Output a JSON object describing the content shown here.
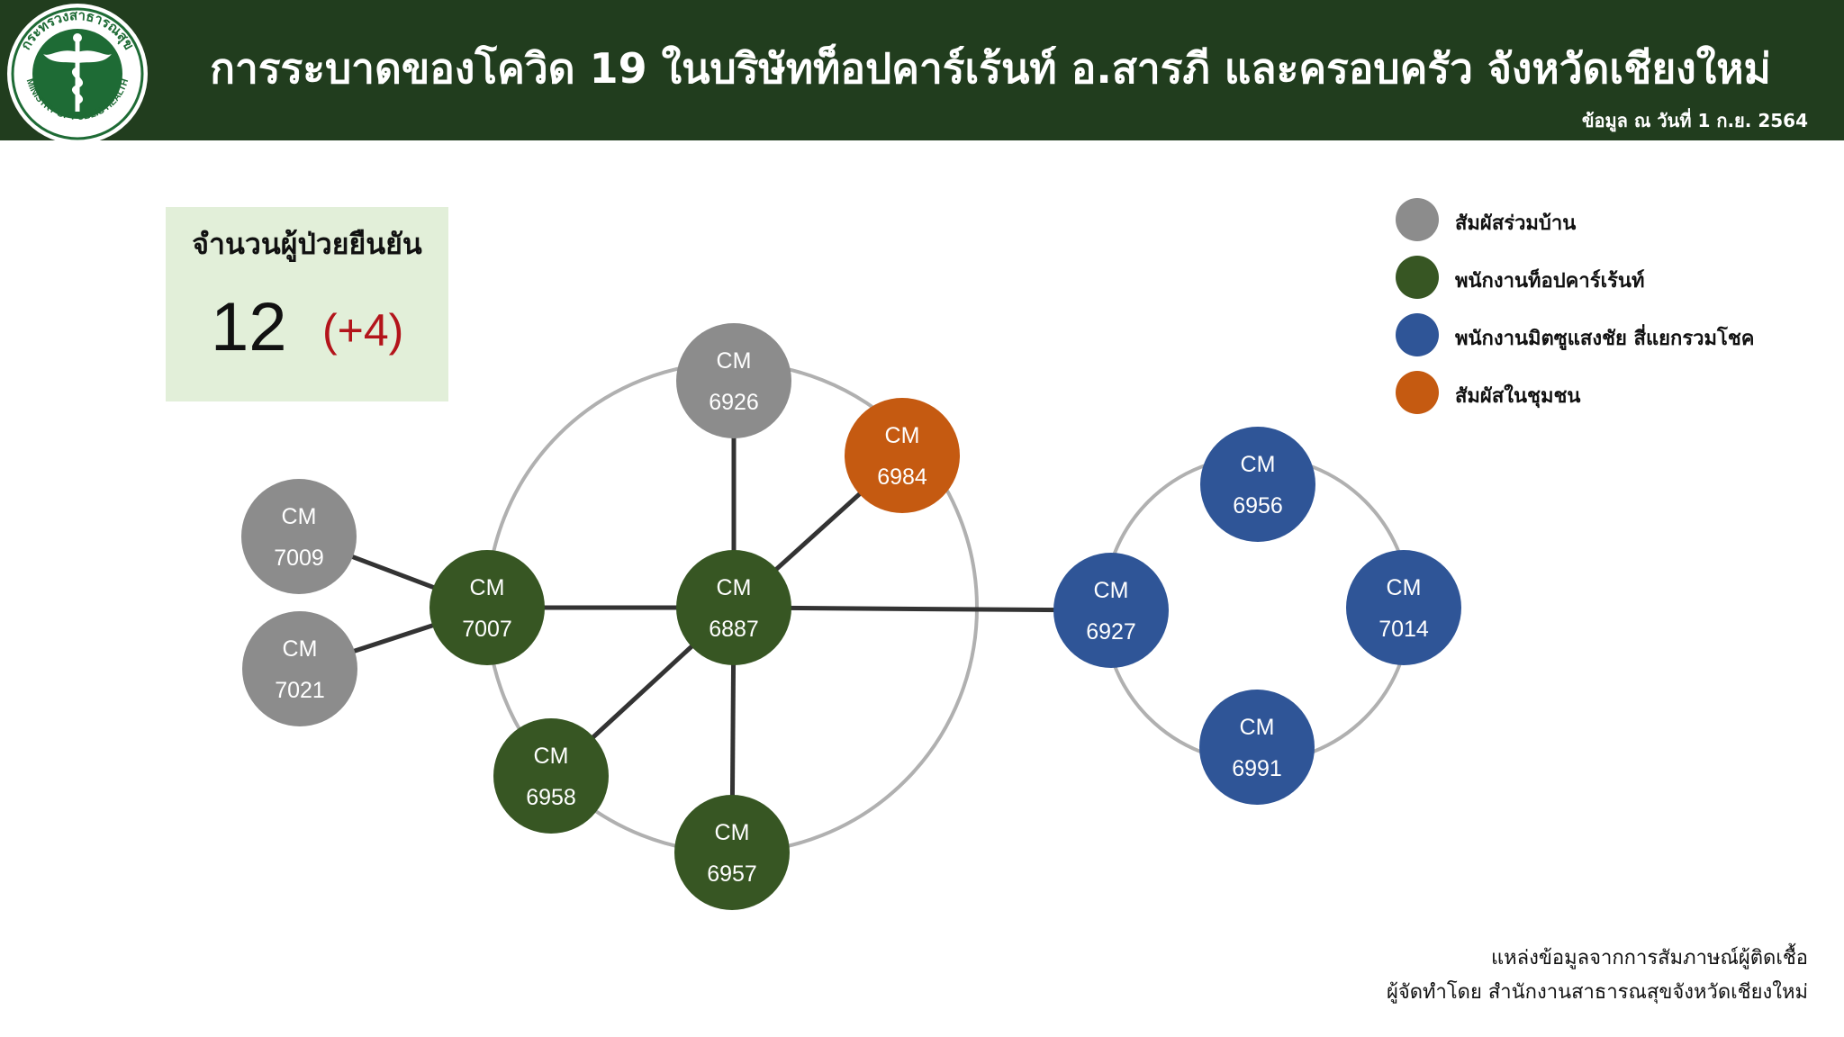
{
  "header": {
    "title": "การระบาดของโควิด 19 ในบริษัทท็อปคาร์เร้นท์ อ.สารภี และครอบครัว จังหวัดเชียงใหม่",
    "date": "ข้อมูล ณ วันที่ 1 ก.ย. 2564",
    "logo_icon": "ministry-of-public-health-seal-icon",
    "logo_text": "MINISTRY OF PUBLIC HEALTH",
    "logo_thai": "กระทรวงสาธารณสุข"
  },
  "summary": {
    "label": "จำนวนผู้ป่วยยืนยัน",
    "count": "12",
    "delta": "(+4)"
  },
  "legend": [
    {
      "id": "household",
      "label": "สัมผัสร่วมบ้าน",
      "color": "#8c8c8c"
    },
    {
      "id": "topcar",
      "label": "พนักงานท็อปคาร์เร้นท์",
      "color": "#375623"
    },
    {
      "id": "mitsu",
      "label": "พนักงานมิตซูแสงชัย สี่แยกรวมโชค",
      "color": "#2f5597"
    },
    {
      "id": "community",
      "label": "สัมผัสในชุมชน",
      "color": "#c55a11"
    }
  ],
  "nodes": [
    {
      "id": "6926",
      "line1": "CM",
      "line2": "6926",
      "group": "household"
    },
    {
      "id": "6984",
      "line1": "CM",
      "line2": "6984",
      "group": "community"
    },
    {
      "id": "7009",
      "line1": "CM",
      "line2": "7009",
      "group": "household"
    },
    {
      "id": "7021",
      "line1": "CM",
      "line2": "7021",
      "group": "household"
    },
    {
      "id": "7007",
      "line1": "CM",
      "line2": "7007",
      "group": "topcar"
    },
    {
      "id": "6887",
      "line1": "CM",
      "line2": "6887",
      "group": "topcar"
    },
    {
      "id": "6958",
      "line1": "CM",
      "line2": "6958",
      "group": "topcar"
    },
    {
      "id": "6957",
      "line1": "CM",
      "line2": "6957",
      "group": "topcar"
    },
    {
      "id": "6927",
      "line1": "CM",
      "line2": "6927",
      "group": "mitsu"
    },
    {
      "id": "6956",
      "line1": "CM",
      "line2": "6956",
      "group": "mitsu"
    },
    {
      "id": "7014",
      "line1": "CM",
      "line2": "7014",
      "group": "mitsu"
    },
    {
      "id": "6991",
      "line1": "CM",
      "line2": "6991",
      "group": "mitsu"
    }
  ],
  "edges": [
    {
      "from": "6887",
      "to": "6926"
    },
    {
      "from": "6887",
      "to": "6984"
    },
    {
      "from": "6887",
      "to": "7007"
    },
    {
      "from": "6887",
      "to": "6958"
    },
    {
      "from": "6887",
      "to": "6957"
    },
    {
      "from": "6887",
      "to": "6927"
    },
    {
      "from": "7007",
      "to": "7009"
    },
    {
      "from": "7007",
      "to": "7021"
    }
  ],
  "clusters": [
    {
      "id": "topcar-cluster",
      "members": [
        "6926",
        "6984",
        "7007",
        "6958",
        "6957"
      ]
    },
    {
      "id": "mitsu-cluster",
      "members": [
        "6956",
        "7014",
        "6991",
        "6927"
      ]
    }
  ],
  "source": {
    "line1": "แหล่งข้อมูลจากการสัมภาษณ์ผู้ติดเชื้อ",
    "line2": "ผู้จัดทำโดย สำนักงานสาธารณสุขจังหวัดเชียงใหม่"
  }
}
